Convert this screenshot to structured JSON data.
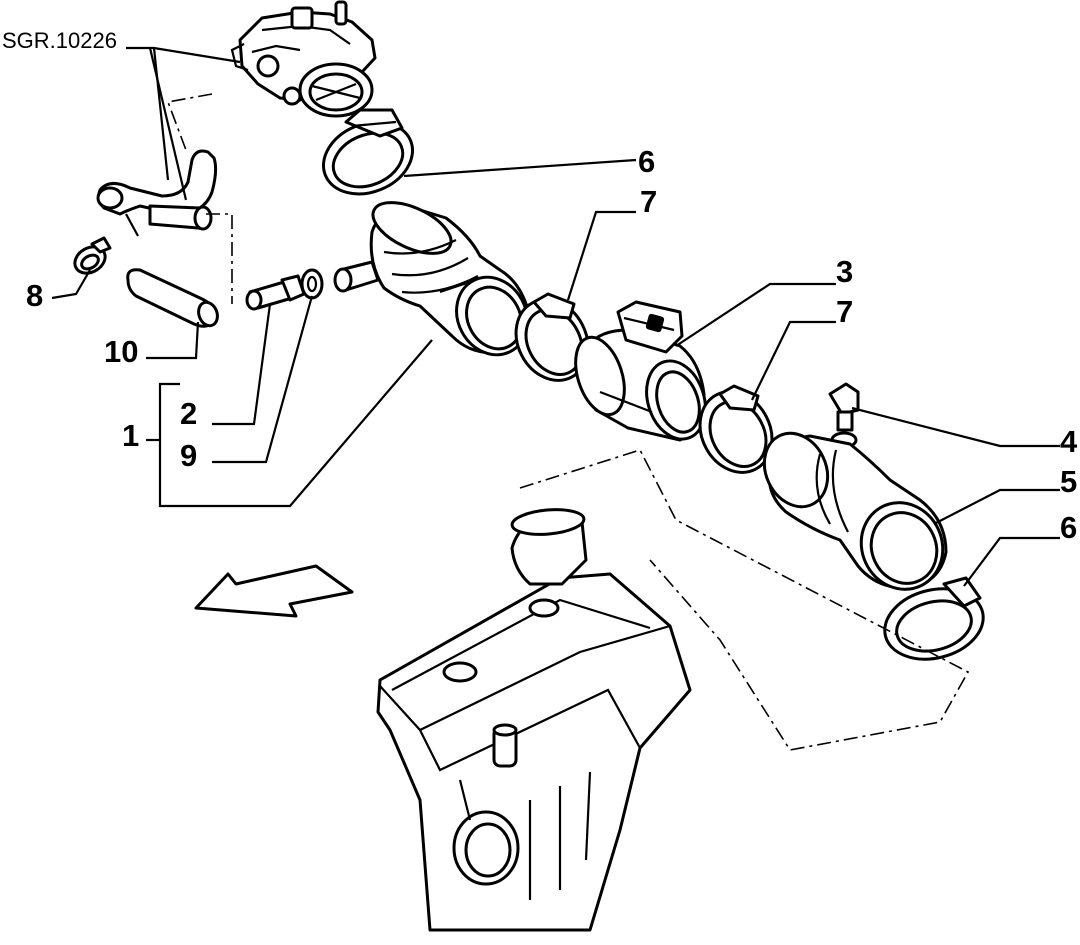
{
  "diagram": {
    "code": "SGR.10226",
    "labels": {
      "p1": "1",
      "p2": "2",
      "p3": "3",
      "p4": "4",
      "p5": "5",
      "p6_top": "6",
      "p6_bottom": "6",
      "p7_left": "7",
      "p7_right": "7",
      "p8": "8",
      "p9": "9",
      "p10": "10"
    },
    "colors": {
      "line": "#000000",
      "background": "#ffffff"
    }
  }
}
